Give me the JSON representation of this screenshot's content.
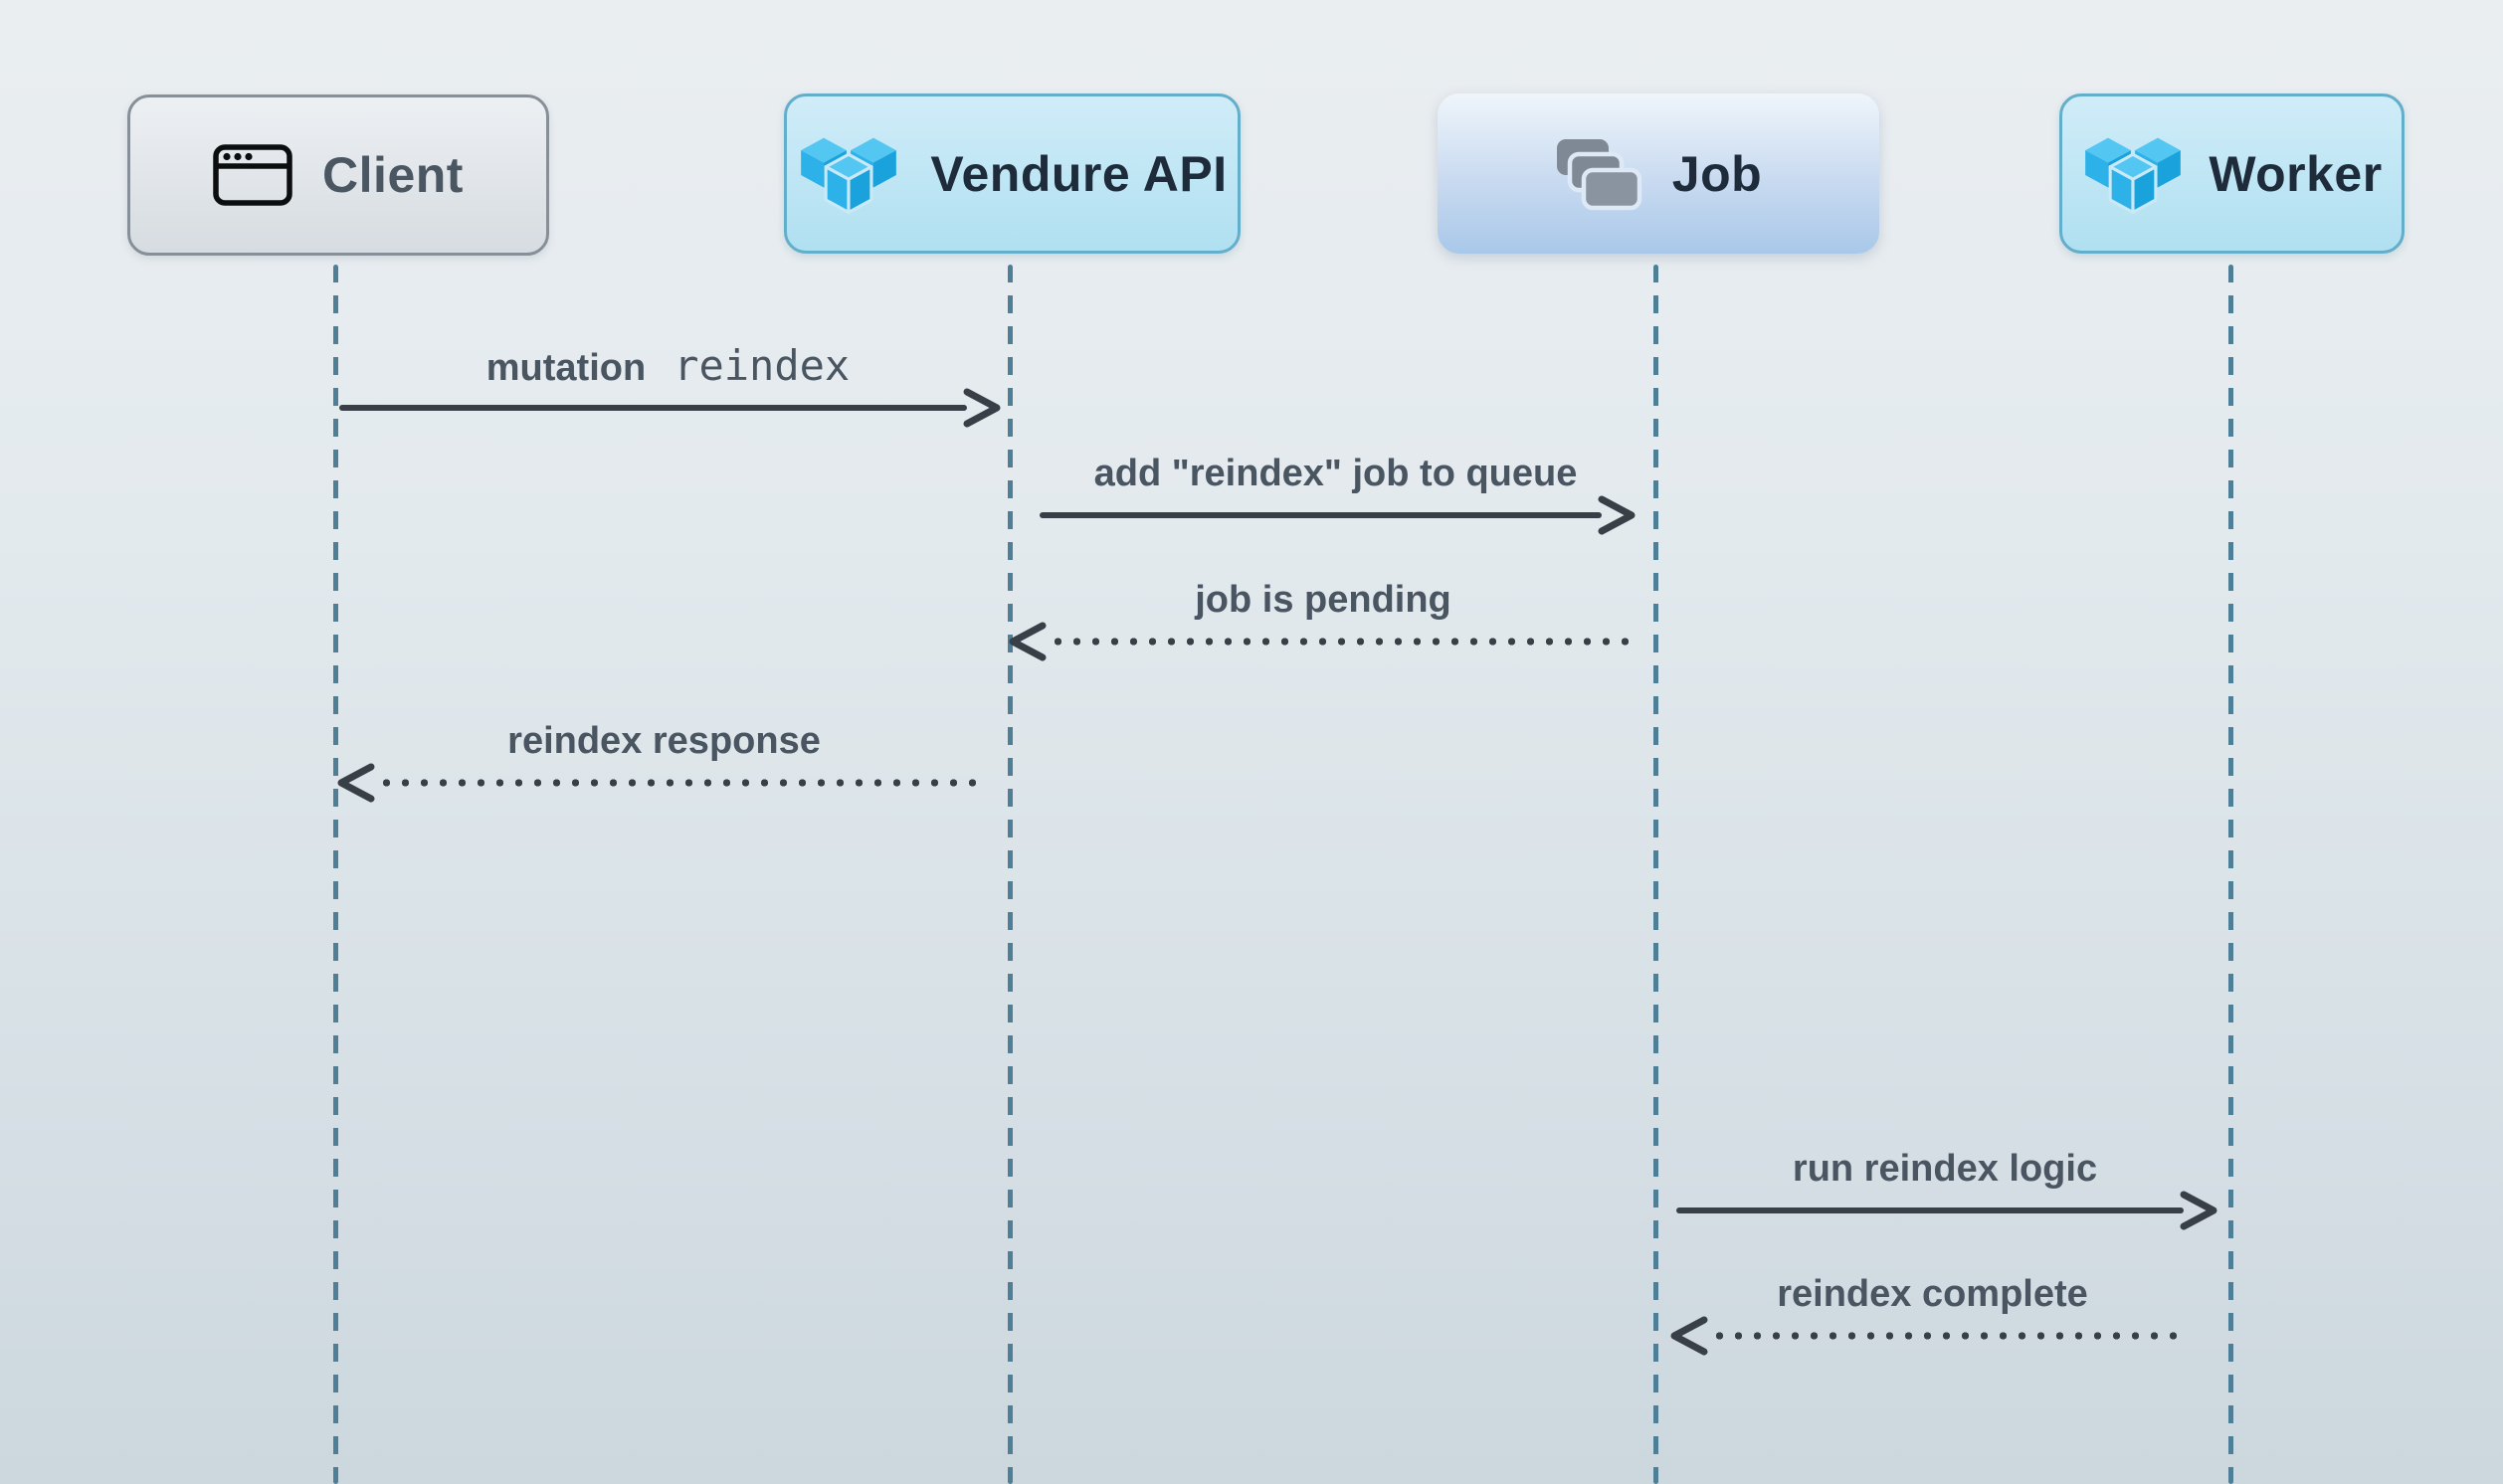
{
  "diagram": {
    "type": "sequence",
    "actors": [
      {
        "id": "client",
        "label": "Client",
        "icon": "browser-window-icon"
      },
      {
        "id": "vendure-api",
        "label": "Vendure API",
        "icon": "vendure-logo-icon"
      },
      {
        "id": "job",
        "label": "Job",
        "icon": "stacked-cards-icon"
      },
      {
        "id": "worker",
        "label": "Worker",
        "icon": "vendure-logo-icon"
      }
    ],
    "messages": [
      {
        "from": "Client",
        "to": "Vendure API",
        "style": "solid",
        "label": "mutation",
        "code": "reindex"
      },
      {
        "from": "Vendure API",
        "to": "Job",
        "style": "solid",
        "label": "add \"reindex\" job to queue"
      },
      {
        "from": "Job",
        "to": "Vendure API",
        "style": "dotted",
        "label": "job is pending"
      },
      {
        "from": "Vendure API",
        "to": "Client",
        "style": "dotted",
        "label": "reindex response"
      },
      {
        "from": "Job",
        "to": "Worker",
        "style": "solid",
        "label": "run reindex logic"
      },
      {
        "from": "Worker",
        "to": "Job",
        "style": "dotted",
        "label": "reindex complete"
      }
    ],
    "colors": {
      "background_top": "#eaeef1",
      "background_bottom": "#ccd7de",
      "lifeline": "#4e7f97",
      "arrow": "#383f46",
      "message_text": "#4a5562",
      "client_border": "#878f98",
      "client_text": "#4b5663",
      "vendure_border": "#63aeca",
      "vendure_box_top": "#d0ecf8",
      "vendure_box_bottom": "#b0e0f1",
      "job_box_top": "#eff5fb",
      "job_box_bottom": "#a9c8e9",
      "actor_text": "#1e2b3b",
      "logo_blue": "#2cb2e9"
    }
  }
}
